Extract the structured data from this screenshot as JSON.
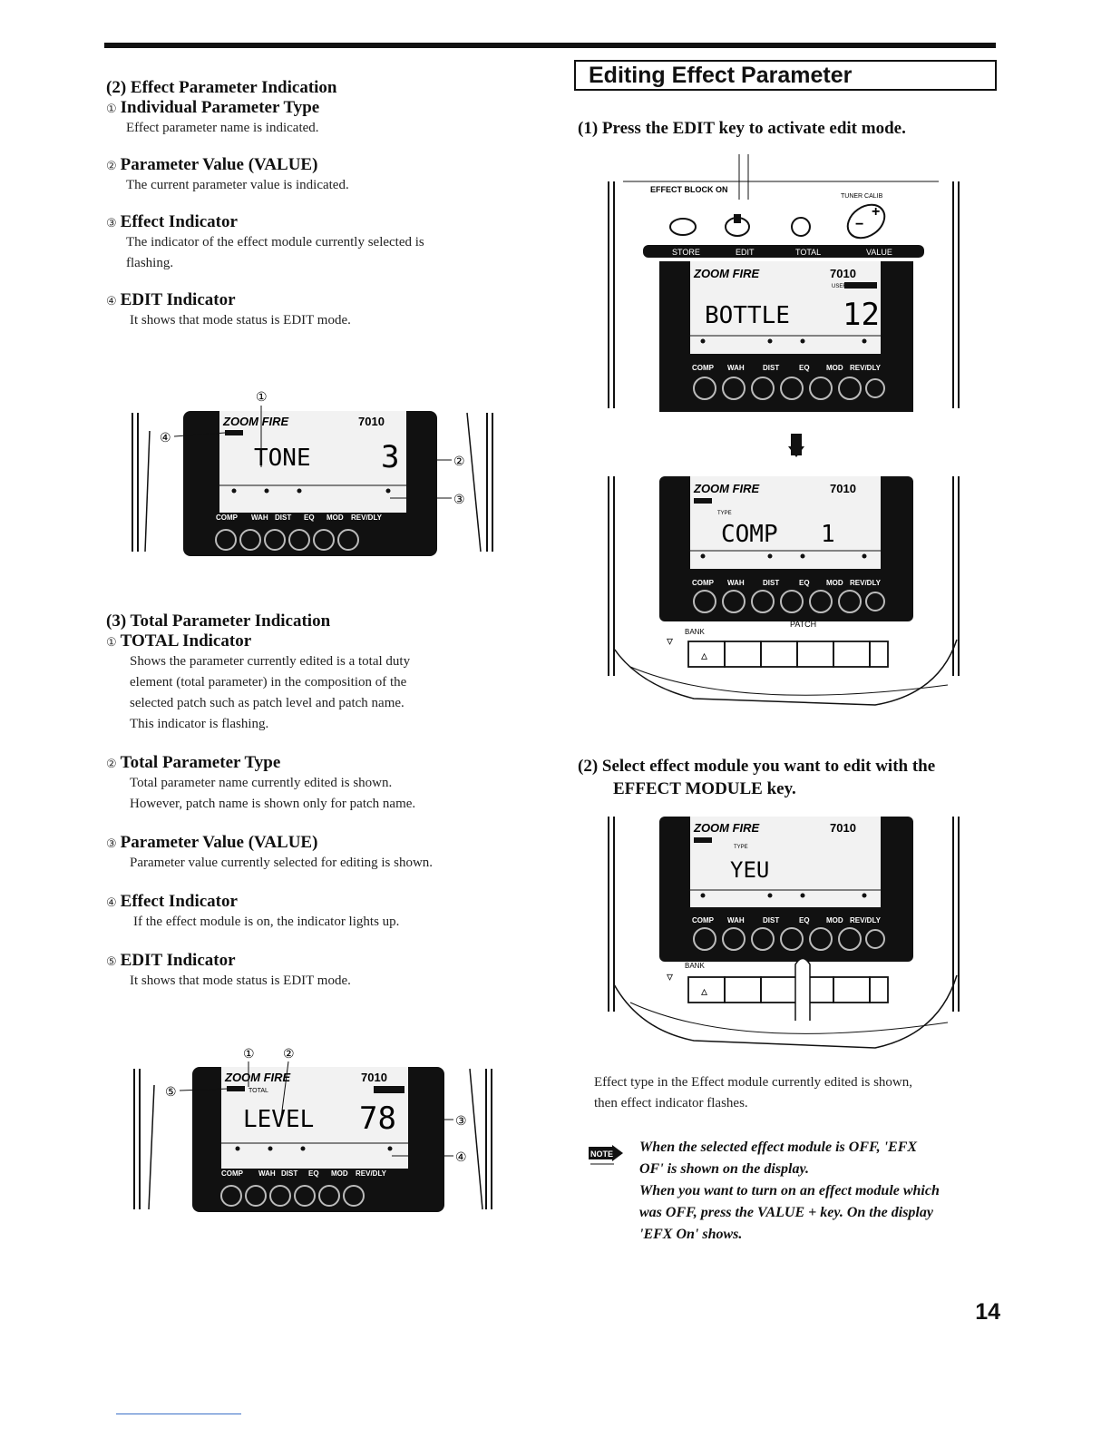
{
  "left": {
    "effect_param": {
      "heading": "(2) Effect Parameter Indication",
      "items": [
        {
          "num": "①",
          "title": "Individual Parameter Type",
          "text": [
            "Effect parameter name is indicated."
          ]
        },
        {
          "num": "②",
          "title": "Parameter Value (VALUE)",
          "text": [
            "The current parameter value is indicated."
          ]
        },
        {
          "num": "③",
          "title": "Effect Indicator",
          "text": [
            "The indicator of the effect module currently selected is",
            "flashing."
          ]
        },
        {
          "num": "④",
          "title": "EDIT Indicator",
          "text": [
            "It shows that mode status is EDIT mode."
          ]
        }
      ]
    },
    "total_param": {
      "heading": "(3) Total Parameter Indication",
      "items": [
        {
          "num": "①",
          "title": "TOTAL Indicator",
          "text": [
            "Shows the parameter currently edited is a total duty",
            "element (total parameter) in the composition of the",
            "selected patch such as patch level and patch name.",
            "This indicator is flashing."
          ]
        },
        {
          "num": "②",
          "title": "Total Parameter Type",
          "text": [
            "Total parameter name currently edited is shown.",
            "However, patch name is shown only for patch name."
          ]
        },
        {
          "num": "③",
          "title": "Parameter Value (VALUE)",
          "text": [
            "Parameter value currently selected for editing is shown."
          ]
        },
        {
          "num": "④",
          "title": "Effect Indicator",
          "text": [
            "If the effect module is on, the indicator lights up."
          ]
        },
        {
          "num": "⑤",
          "title": "EDIT Indicator",
          "text": [
            "It shows that mode status is EDIT mode."
          ]
        }
      ]
    }
  },
  "right": {
    "section_title": "Editing Effect Parameter",
    "step1": "(1) Press the EDIT key to activate edit mode.",
    "step2_line1": "(2) Select effect module you want to edit with the",
    "step2_line2": "EFFECT MODULE key.",
    "caption": [
      "Effect type in the Effect module currently edited is shown,",
      "then effect indicator flashes."
    ],
    "note_label": "NOTE",
    "note": [
      "When the selected effect module is OFF, 'EFX",
      "OF' is shown on the display.",
      "When you want to turn on an effect module which",
      "was OFF, press the VALUE + key. On the display",
      "'EFX On' shows."
    ]
  },
  "device": {
    "brand": "ZOOM FIRE",
    "model": "7010",
    "modules": [
      "COMP",
      "WAH",
      "DIST",
      "EQ",
      "MOD",
      "REV/DLY"
    ],
    "keys": [
      "STORE",
      "EDIT",
      "TOTAL",
      "VALUE"
    ],
    "effect_block": "EFFECT BLOCK ON",
    "tuner": "TUNER CALIB",
    "bank": "BANK",
    "patch": "PATCH",
    "type_label": "TYPE",
    "total_label": "TOTAL",
    "user_label": "USER",
    "displays": {
      "tone": [
        "TONE",
        "3"
      ],
      "level": [
        "LEVEL",
        "78"
      ],
      "bottle": [
        "BOTTLE",
        "12"
      ],
      "comp": [
        "COMP",
        "1"
      ],
      "yeu": [
        "YEU",
        ""
      ]
    },
    "callouts": [
      "①",
      "②",
      "③",
      "④",
      "⑤"
    ]
  },
  "page_number": "14"
}
